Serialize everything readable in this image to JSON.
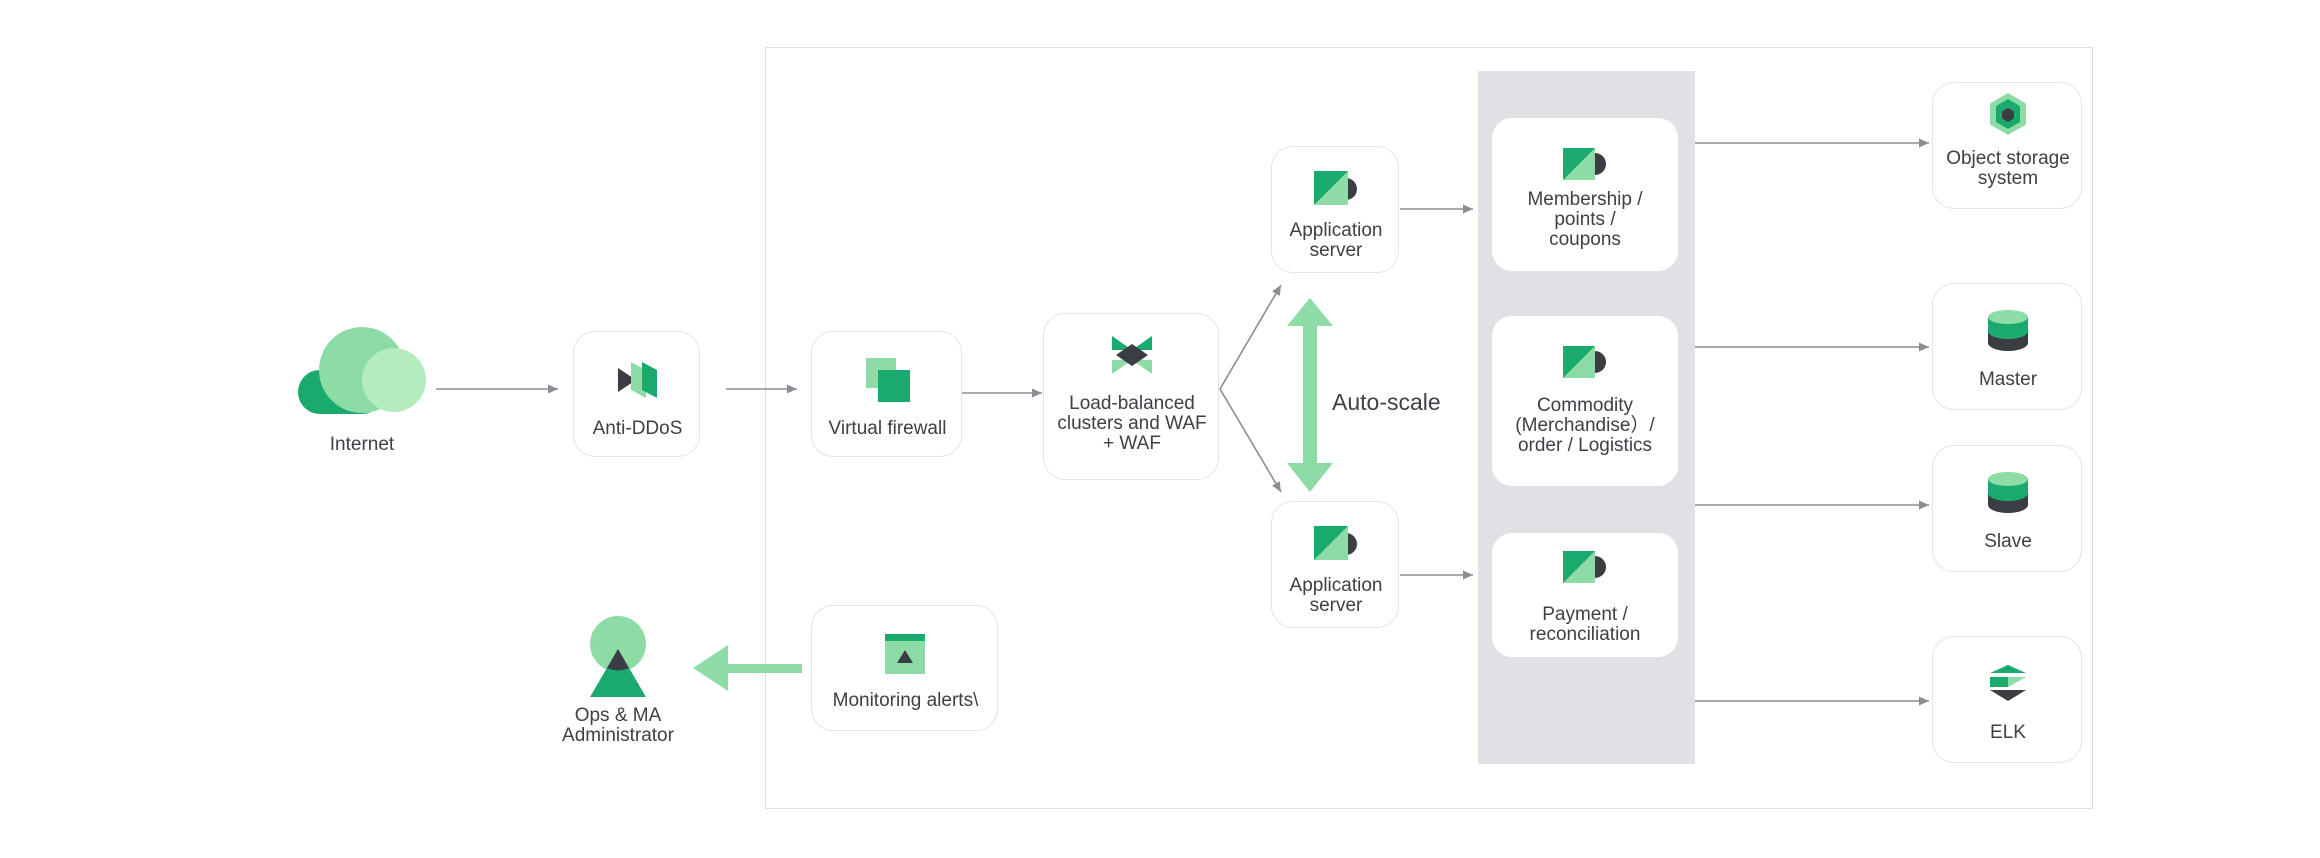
{
  "nodes": {
    "internet": "Internet",
    "anti_ddos": "Anti-DDoS",
    "virtual_firewall": "Virtual firewall",
    "load_balancer": "Load-balanced\nclusters and WAF\n+ WAF",
    "app_server_top": "Application\nserver",
    "app_server_bottom": "Application\nserver",
    "membership": "Membership /\npoints /\ncoupons",
    "commodity": "Commodity\n(Merchandise）/\norder / Logistics",
    "payment": "Payment /\nreconciliation",
    "object_storage": "Object storage\nsystem",
    "master": "Master",
    "slave": "Slave",
    "elk": "ELK",
    "monitoring": "Monitoring alerts\\",
    "ops_admin": "Ops & MA\nAdministrator"
  },
  "autoscale_label": "Auto-scale",
  "colors": {
    "green_dark": "#1aaa6e",
    "green_mid": "#8edca5",
    "green_light": "#b4ecbd",
    "charcoal": "#3b3d45",
    "column_gray": "#dfe1e5",
    "arrow_gray": "#8a8d94"
  },
  "icons": {
    "internet": "cloud-icon",
    "anti_ddos": "shield-split-icon",
    "virtual_firewall": "firewall-icon",
    "load_balancer": "load-balancer-icon",
    "app_server": "server-icon",
    "service": "service-icon",
    "object_storage": "hexagon-storage-icon",
    "database": "database-icon",
    "elk": "elk-icon",
    "monitoring": "monitor-alert-icon",
    "ops_admin": "admin-user-icon"
  }
}
